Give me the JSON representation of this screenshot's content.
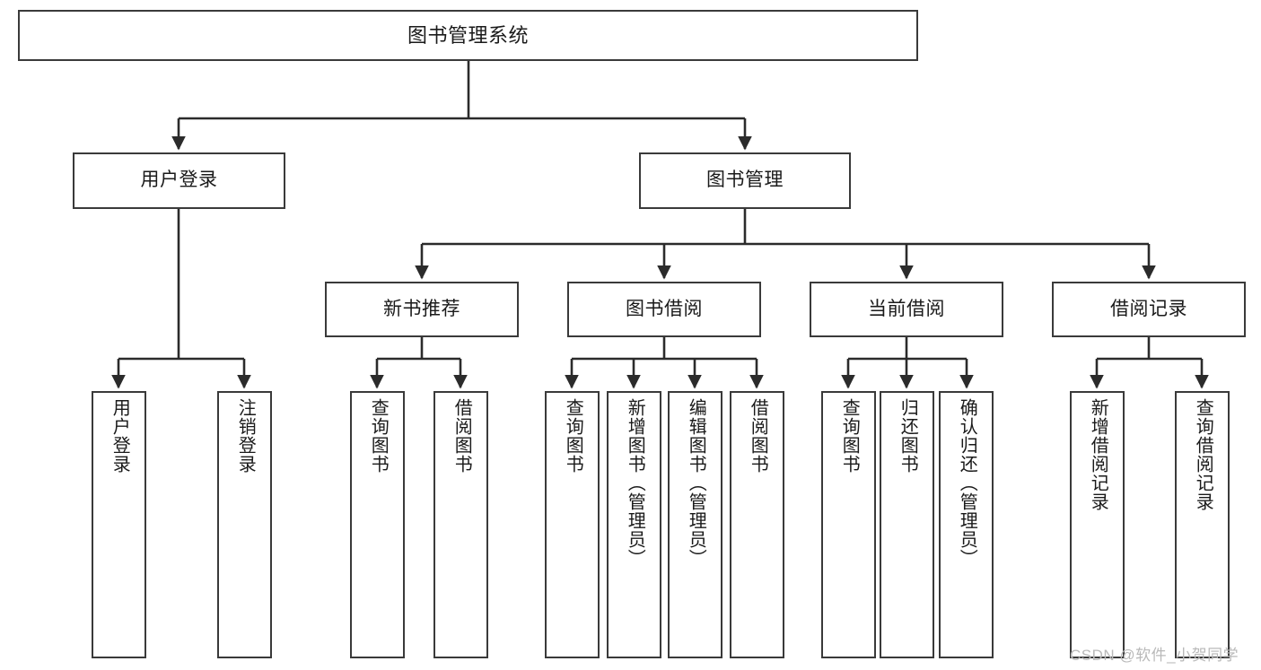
{
  "diagram": {
    "type": "tree",
    "title": "图书管理系统",
    "watermark": "CSDN @软件_小贺同学",
    "colors": {
      "box_border": "#3a3a3a",
      "box_fill": "#ffffff",
      "edge": "#2b2b2b",
      "text": "#1a1a1a",
      "watermark": "#b9b9b9"
    },
    "levels": {
      "root": "图书管理系统",
      "level2": [
        "用户登录",
        "图书管理"
      ],
      "level3": [
        "新书推荐",
        "图书借阅",
        "当前借阅",
        "借阅记录"
      ]
    },
    "nodes": {
      "root": {
        "label": "图书管理系统"
      },
      "user_login": {
        "label": "用户登录"
      },
      "book_manage": {
        "label": "图书管理"
      },
      "new_book_rec": {
        "label": "新书推荐"
      },
      "book_borrow": {
        "label": "图书借阅"
      },
      "current_borrow": {
        "label": "当前借阅"
      },
      "borrow_record": {
        "label": "借阅记录"
      },
      "leaf_user_login": {
        "label": "用户登录"
      },
      "leaf_logout": {
        "label": "注销登录"
      },
      "leaf_query_book_a": {
        "label": "查询图书"
      },
      "leaf_borrow_book_a": {
        "label": "借阅图书"
      },
      "leaf_query_book_b": {
        "label": "查询图书"
      },
      "leaf_add_book": {
        "label": "新增图书（管理员）"
      },
      "leaf_edit_book": {
        "label": "编辑图书（管理员）"
      },
      "leaf_borrow_book_b": {
        "label": "借阅图书"
      },
      "leaf_query_book_c": {
        "label": "查询图书"
      },
      "leaf_return_book": {
        "label": "归还图书"
      },
      "leaf_confirm_return": {
        "label": "确认归还（管理员）"
      },
      "leaf_add_record": {
        "label": "新增借阅记录"
      },
      "leaf_query_record": {
        "label": "查询借阅记录"
      }
    },
    "edges": [
      {
        "from": "root",
        "to": "user_login"
      },
      {
        "from": "root",
        "to": "book_manage"
      },
      {
        "from": "user_login",
        "to": "leaf_user_login"
      },
      {
        "from": "user_login",
        "to": "leaf_logout"
      },
      {
        "from": "book_manage",
        "to": "new_book_rec"
      },
      {
        "from": "book_manage",
        "to": "book_borrow"
      },
      {
        "from": "book_manage",
        "to": "current_borrow"
      },
      {
        "from": "book_manage",
        "to": "borrow_record"
      },
      {
        "from": "new_book_rec",
        "to": "leaf_query_book_a"
      },
      {
        "from": "new_book_rec",
        "to": "leaf_borrow_book_a"
      },
      {
        "from": "book_borrow",
        "to": "leaf_query_book_b"
      },
      {
        "from": "book_borrow",
        "to": "leaf_add_book"
      },
      {
        "from": "book_borrow",
        "to": "leaf_edit_book"
      },
      {
        "from": "book_borrow",
        "to": "leaf_borrow_book_b"
      },
      {
        "from": "current_borrow",
        "to": "leaf_query_book_c"
      },
      {
        "from": "current_borrow",
        "to": "leaf_return_book"
      },
      {
        "from": "current_borrow",
        "to": "leaf_confirm_return"
      },
      {
        "from": "borrow_record",
        "to": "leaf_add_record"
      },
      {
        "from": "borrow_record",
        "to": "leaf_query_record"
      }
    ]
  }
}
